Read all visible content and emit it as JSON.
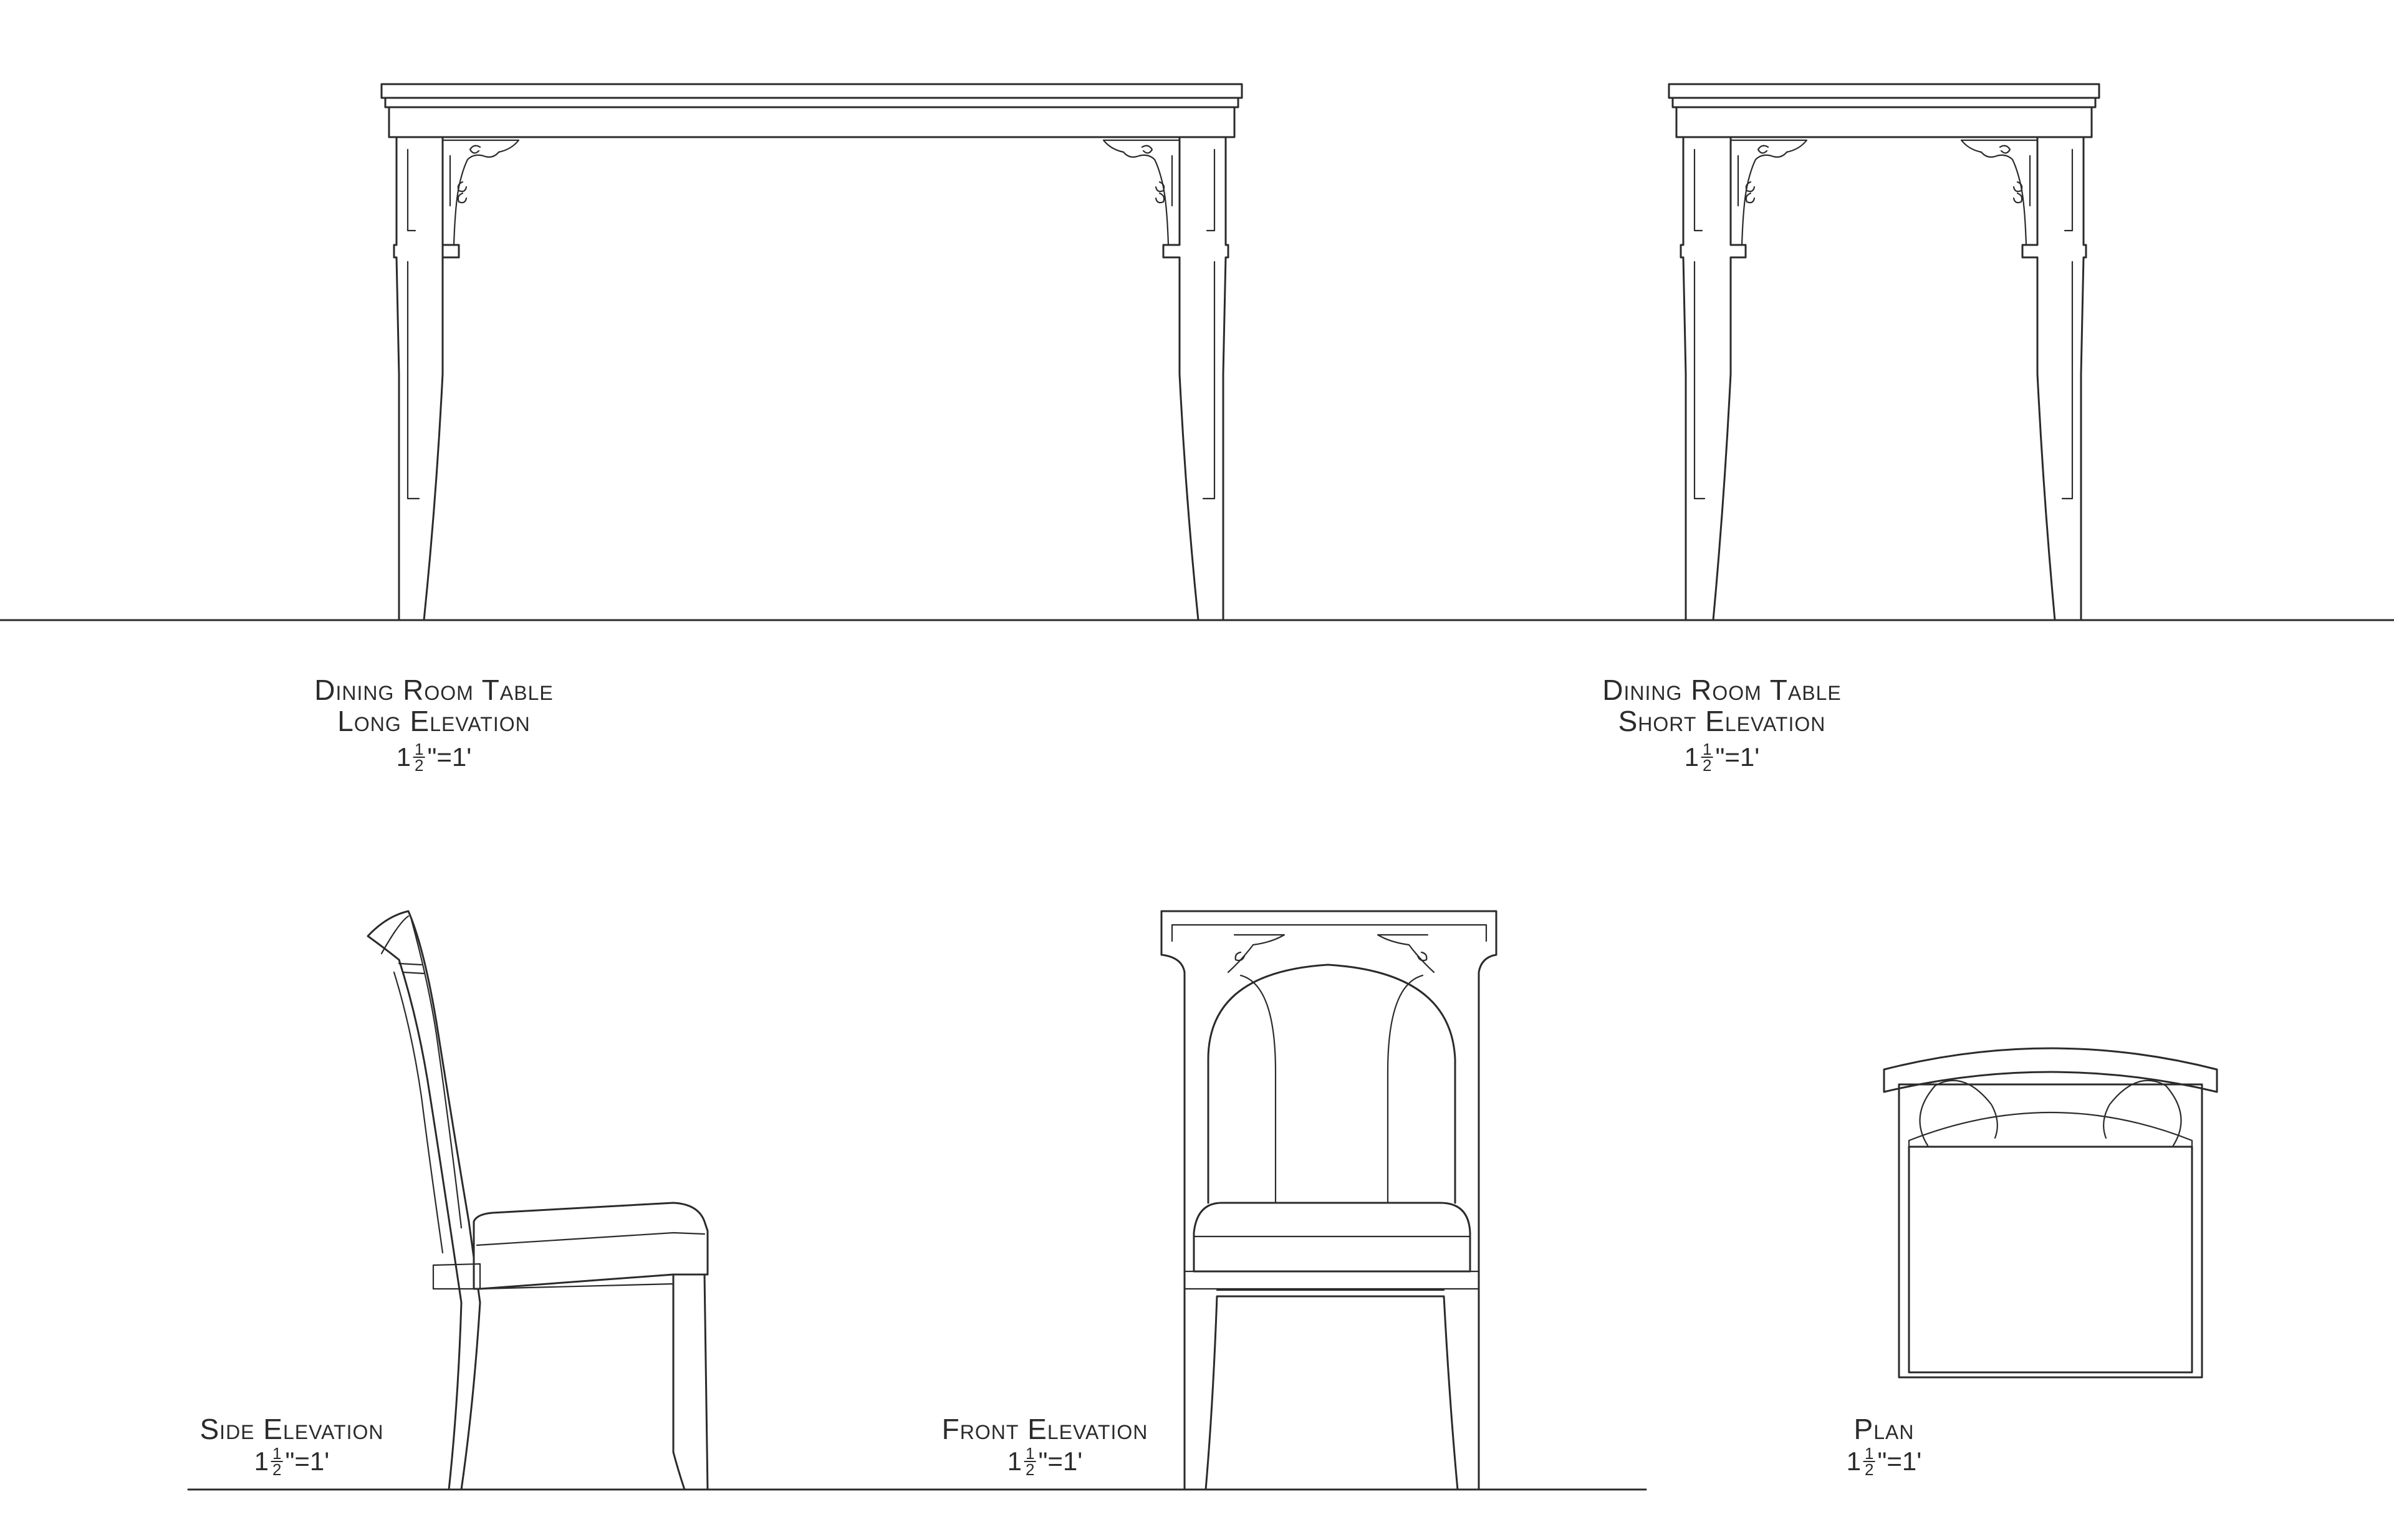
{
  "views": {
    "table_long": {
      "title_line1": "Dining Room Table",
      "title_line2": "Long Elevation",
      "scale": {
        "whole": "1",
        "num": "1",
        "den": "2",
        "rest": "\"=1'"
      }
    },
    "table_short": {
      "title_line1": "Dining Room Table",
      "title_line2": "Short Elevation",
      "scale": {
        "whole": "1",
        "num": "1",
        "den": "2",
        "rest": "\"=1'"
      }
    },
    "chair_side": {
      "title_line1": "Side Elevation",
      "scale": {
        "whole": "1",
        "num": "1",
        "den": "2",
        "rest": "\"=1'"
      }
    },
    "chair_front": {
      "title_line1": "Front Elevation",
      "scale": {
        "whole": "1",
        "num": "1",
        "den": "2",
        "rest": "\"=1'"
      }
    },
    "chair_plan": {
      "title_line1": "Plan",
      "scale": {
        "whole": "1",
        "num": "1",
        "den": "2",
        "rest": "\"=1'"
      }
    }
  },
  "colors": {
    "line": "#2b2b2b",
    "background": "#ffffff"
  }
}
